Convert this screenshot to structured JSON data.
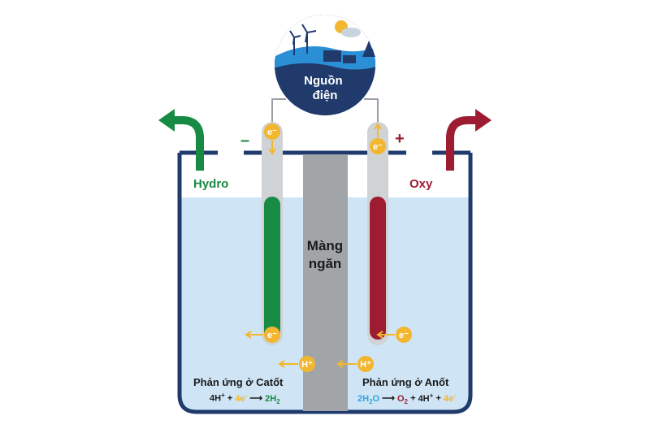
{
  "power_source": {
    "label_line1": "Nguồn",
    "label_line2": "điện"
  },
  "cathode": {
    "sign": "–",
    "gas_label": "Hydro",
    "electron_symbol": "e⁻",
    "gas_color": "#178a43"
  },
  "anode": {
    "sign": "+",
    "gas_label": "Oxy",
    "electron_symbol": "e⁻",
    "gas_color": "#9e1c32"
  },
  "membrane": {
    "label_line1": "Màng",
    "label_line2": "ngăn"
  },
  "ion": {
    "symbol": "H⁺"
  },
  "cathode_reaction": {
    "title": "Phản ứng ở Catốt",
    "parts": {
      "a": "4H",
      "a_sup": "+",
      "plus1": "+",
      "b": "4e",
      "b_sup": "-",
      "arrow": "⟶",
      "c": "2H",
      "c_sub": "2"
    }
  },
  "anode_reaction": {
    "title": "Phản ứng ở Anốt",
    "parts": {
      "a": "2H",
      "a_sub1": "2",
      "a2": "O",
      "arrow": "⟶",
      "b": "O",
      "b_sub": "2",
      "plus1": "+",
      "c": "4H",
      "c_sup": "+",
      "plus2": "+",
      "d": "4e",
      "d_sup": "-"
    }
  },
  "colors": {
    "navy": "#1f3a6b",
    "electrolyte": "#cfe5f6",
    "membrane": "#a2a5a8",
    "electron": "#f2b62f",
    "hydrogen": "#178a43",
    "oxygen": "#9e1c32",
    "water": "#2ea3e0"
  }
}
